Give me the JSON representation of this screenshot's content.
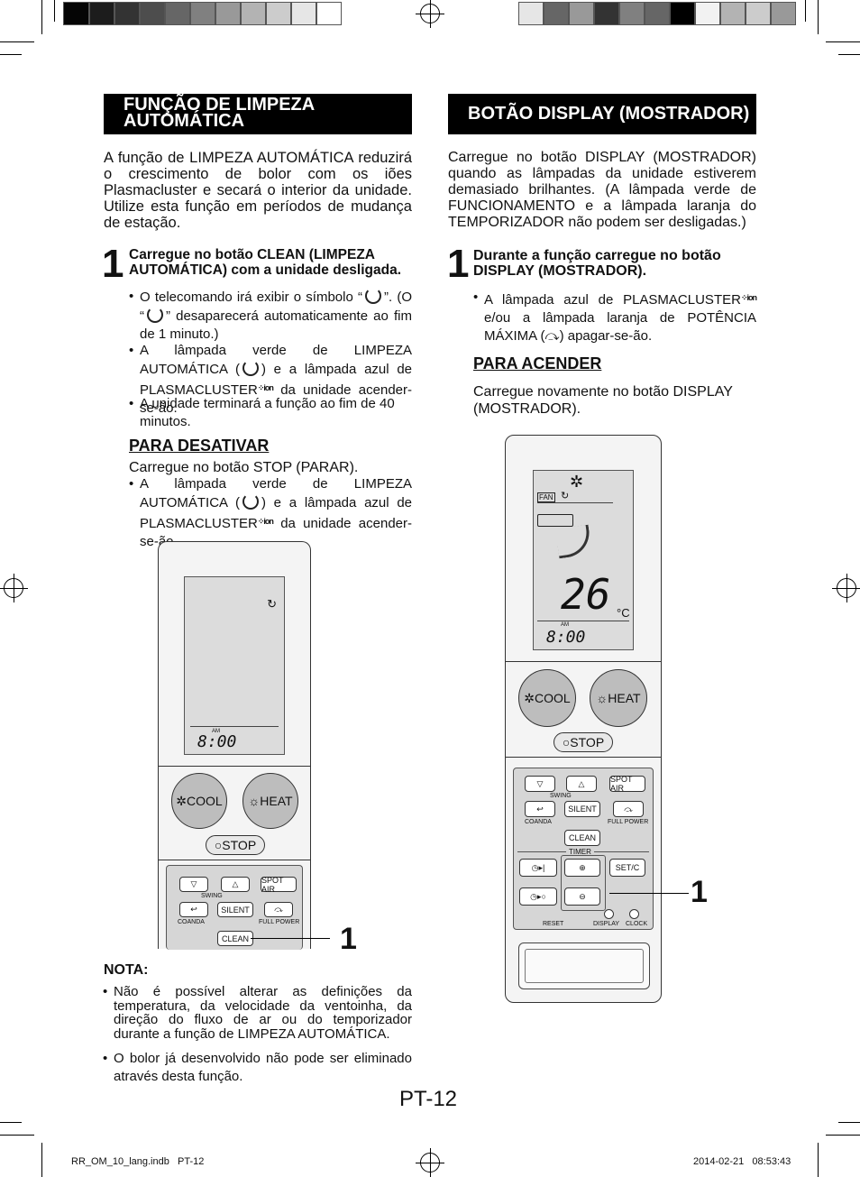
{
  "left": {
    "title": "FUNÇÃO DE LIMPEZA AUTOMÁTICA",
    "intro": "A função de LIMPEZA AUTOMÁTICA reduzirá o crescimento de bolor com os iões Plasmacluster e secará o interior da unidade. Utilize esta função em períodos de mudança de estação.",
    "step_number": "1",
    "step_heading": "Carregue no botão CLEAN (LIMPEZA AUTOMÁTICA) com a unidade desligada.",
    "bullets": [
      {
        "before": "O telecomando irá exibir o símbolo “",
        "after": "”. (O “",
        "after2": "” desaparecerá automaticamente ao fim de 1 minuto.)"
      },
      {
        "before": "A lâmpada verde de LIMPEZA AUTOMÁTICA (",
        "after": ") e a lâmpada azul de PLASMACLUSTER",
        "after2": " da unidade acender-se-ão."
      },
      {
        "text": "A unidade terminará a função ao fim de 40 minutos."
      }
    ],
    "subheading": "PARA DESATIVAR",
    "sub_text": "Carregue no botão STOP (PARAR).",
    "sub_bullet": {
      "before": "A lâmpada verde de LIMPEZA AUTOMÁTICA (",
      "after": ") e a lâmpada azul de PLASMACLUSTER",
      "after2": " da unidade acender-se-ão."
    },
    "callout": "1",
    "note_title": "NOTA:",
    "notes": [
      "Não é possível alterar as definições da temperatura, da velocidade da ventoinha, da direção do fluxo de ar ou do temporizador durante a função de LIMPEZA AUTOMÁTICA.",
      "O bolor já desenvolvido não pode ser eliminado através desta função."
    ]
  },
  "right": {
    "title": "BOTÃO DISPLAY (MOSTRADOR)",
    "intro": "Carregue no botão DISPLAY (MOSTRADOR) quando as lâmpadas da unidade estiverem demasiado brilhantes. (A lâmpada verde de FUNCIONAMENTO e a lâmpada laranja do TEMPORIZADOR não podem ser desligadas.)",
    "step_number": "1",
    "step_heading": "Durante a função carregue no botão DISPLAY (MOSTRADOR).",
    "bullet": {
      "before": "A lâmpada azul de PLASMACLUSTER",
      "after": " e/ou a lâmpada laranja de POTÊNCIA MÁXIMA (",
      "after2": ") apagar-se-ão."
    },
    "subheading": "PARA ACENDER",
    "sub_text": "Carregue novamente no botão DISPLAY (MOSTRADOR).",
    "callout": "1"
  },
  "remote": {
    "am": "AM",
    "time": "8:00",
    "fan": "FAN",
    "temp": "26",
    "unit": "°C",
    "cool": "COOL",
    "heat": "HEAT",
    "stop": "STOP",
    "spot_air": "SPOT AIR",
    "swing": "SWING",
    "coanda": "COANDA",
    "silent": "SILENT",
    "full_power": "FULL POWER",
    "clean": "CLEAN",
    "timer": "TIMER",
    "set_c": "SET/C",
    "reset": "RESET",
    "display": "DISPLAY",
    "clock": "CLOCK"
  },
  "page_number": "PT-12",
  "footer": {
    "file": "RR_OM_10_lang.indb   PT-12",
    "date": "2014-02-21   08:53:43"
  },
  "colors": {
    "ink": "#111111",
    "bar": "#000000",
    "lcd": "#dcdcdc",
    "button": "#bdbdbd"
  }
}
